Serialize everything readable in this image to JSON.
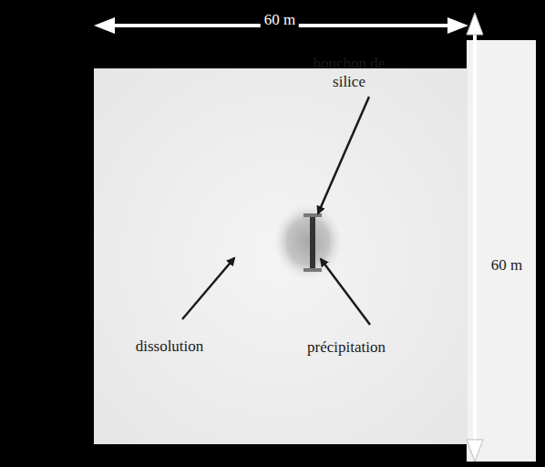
{
  "diagram": {
    "labels": [
      "60 m",
      "bouchon de silice",
      "60 m",
      "dissolution",
      "précipitation"
    ]
  }
}
